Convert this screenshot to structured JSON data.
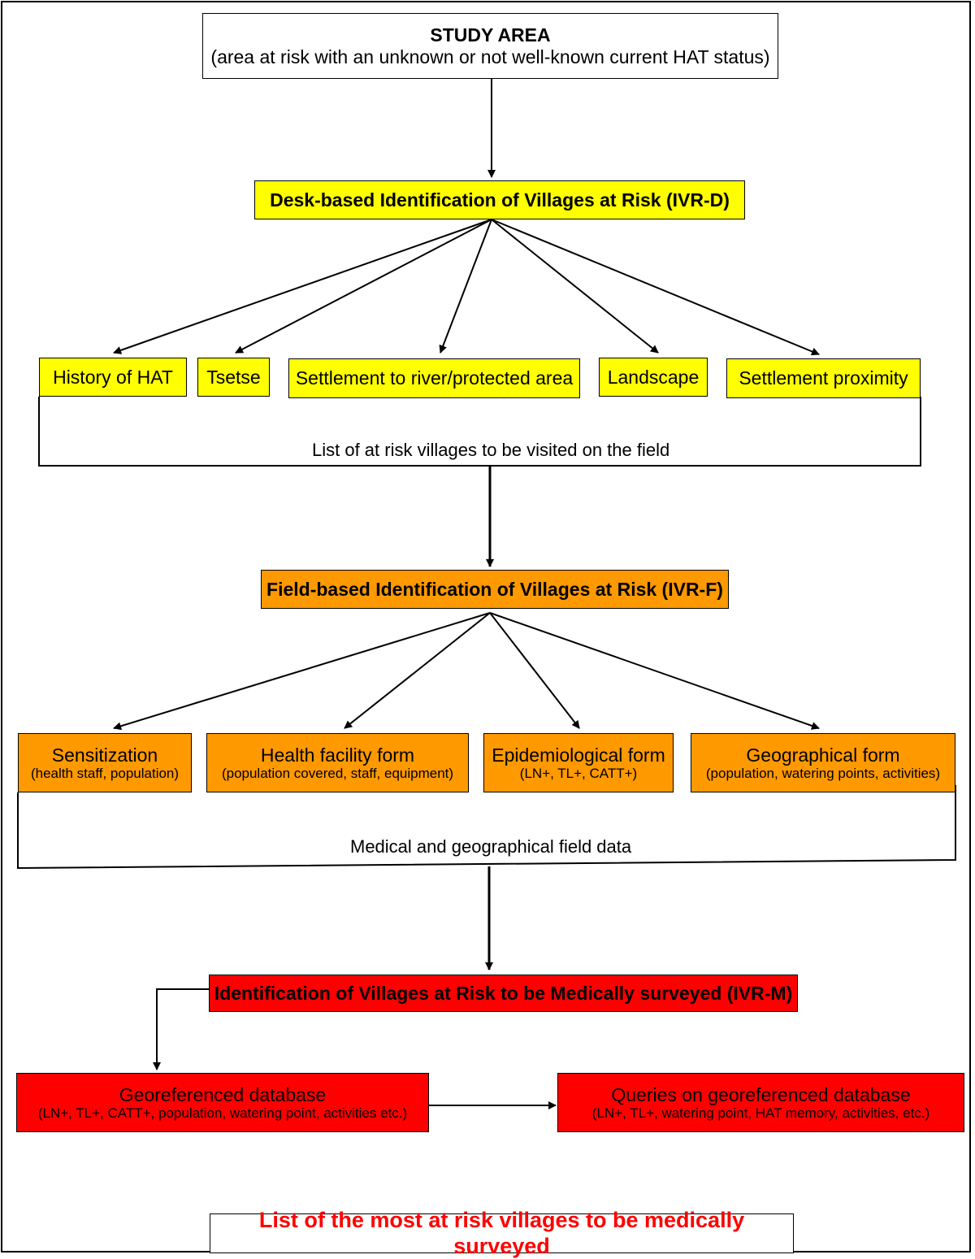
{
  "study_area": {
    "title": "STUDY AREA",
    "subtitle": "(area at risk with an unknown or not well-known current HAT status)"
  },
  "ivr_d": {
    "title": "Desk-based Identification of Villages at Risk (IVR-D)",
    "criteria": [
      "History of HAT",
      "Tsetse",
      "Settlement to river/protected area",
      "Landscape",
      "Settlement proximity"
    ],
    "output": "List of at risk villages to be visited on the field"
  },
  "ivr_f": {
    "title": "Field-based Identification of Villages at Risk (IVR-F)",
    "forms": [
      {
        "title": "Sensitization",
        "detail": "(health staff, population)"
      },
      {
        "title": "Health facility form",
        "detail": "(population covered, staff, equipment)"
      },
      {
        "title": "Epidemiological form",
        "detail": "(LN+, TL+, CATT+)"
      },
      {
        "title": "Geographical form",
        "detail": "(population, watering points, activities)"
      }
    ],
    "output": "Medical and geographical field data"
  },
  "ivr_m": {
    "title": "Identification of Villages at Risk to be Medically surveyed (IVR-M)",
    "database": {
      "title": "Georeferenced database",
      "detail": "(LN+, TL+, CATT+, population, watering point, activities etc.)"
    },
    "queries": {
      "title": "Queries on georeferenced database",
      "detail": "(LN+, TL+, watering point, HAT memory, activities, etc.)"
    }
  },
  "result": "List of the most at risk villages to be medically surveyed",
  "colors": {
    "desk": "#ffff00",
    "field": "#ff9900",
    "medical": "#ff0000",
    "result_text": "#ff0000"
  }
}
